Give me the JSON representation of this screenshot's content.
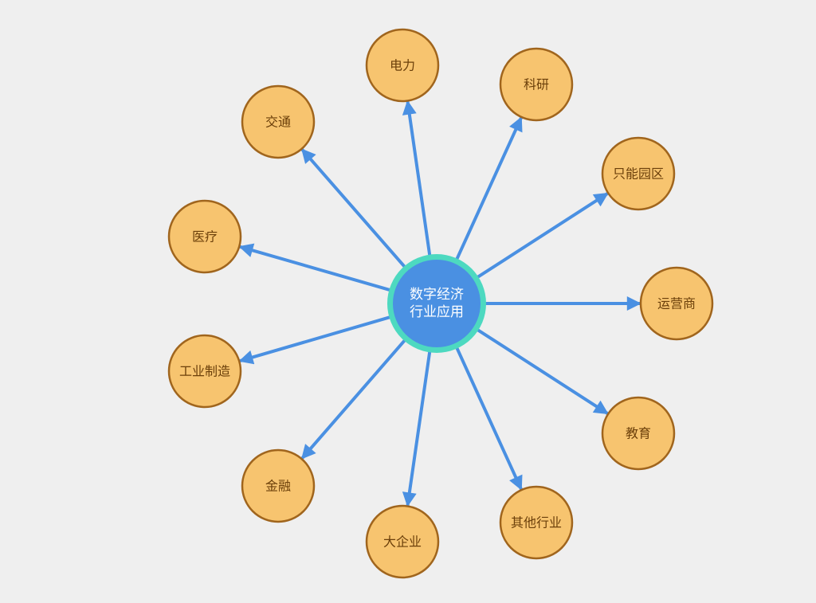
{
  "diagram": {
    "center": {
      "lines": [
        "数字经济",
        "行业应用"
      ],
      "fill": "#4a90e2",
      "ring": "#4dd9c0"
    },
    "node_style": {
      "fill": "#f7c46f",
      "stroke": "#a0651d",
      "text": "#6b3f0a"
    },
    "edge_color": "#4a90e2",
    "nodes": [
      {
        "id": "dianli",
        "label": "电力"
      },
      {
        "id": "keyan",
        "label": "科研"
      },
      {
        "id": "zhinengyuanqu",
        "label": "只能园区"
      },
      {
        "id": "yunyingshang",
        "label": "运营商"
      },
      {
        "id": "jiaoyu",
        "label": "教育"
      },
      {
        "id": "qitahangye",
        "label": "其他行业"
      },
      {
        "id": "daqiye",
        "label": "大企业"
      },
      {
        "id": "jinrong",
        "label": "金融"
      },
      {
        "id": "gongyezhizao",
        "label": "工业制造"
      },
      {
        "id": "yiliao",
        "label": "医疗"
      },
      {
        "id": "jiaotong",
        "label": "交通"
      }
    ]
  }
}
